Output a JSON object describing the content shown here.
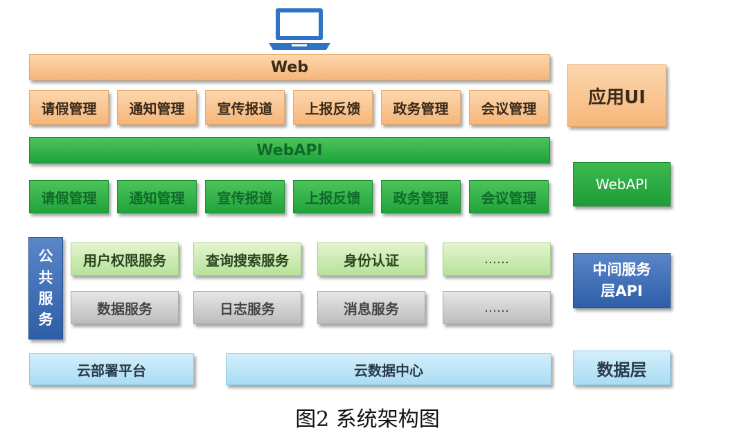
{
  "app": {
    "web_label": "Web",
    "modules": [
      "请假管理",
      "通知管理",
      "宣传报道",
      "上报反馈",
      "政务管理",
      "会议管理"
    ],
    "side_label": "应用UI"
  },
  "webapi": {
    "bar_label": "WebAPI",
    "modules": [
      "请假管理",
      "通知管理",
      "宣传报道",
      "上报反馈",
      "政务管理",
      "会议管理"
    ],
    "side_label": "WebAPI"
  },
  "middle": {
    "public_services": [
      "公",
      "共",
      "服",
      "务"
    ],
    "row1": [
      "用户权限服务",
      "查询搜索服务",
      "身份认证",
      "……"
    ],
    "row2": [
      "数据服务",
      "日志服务",
      "消息服务",
      "……"
    ],
    "side_label_line1": "中间服务",
    "side_label_line2": "层API"
  },
  "data": {
    "cloud_platform": "云部署平台",
    "cloud_center": "云数据中心",
    "side_label": "数据层"
  },
  "caption": "图2  系统架构图",
  "colors": {
    "orange": "#f6b679",
    "green": "#1fa33c",
    "light_green": "#b7e29a",
    "gray": "#bdbdbd",
    "light_blue": "#a9dcf3",
    "blue": "#2e5ea7"
  },
  "icons": {
    "top": "laptop-icon"
  }
}
